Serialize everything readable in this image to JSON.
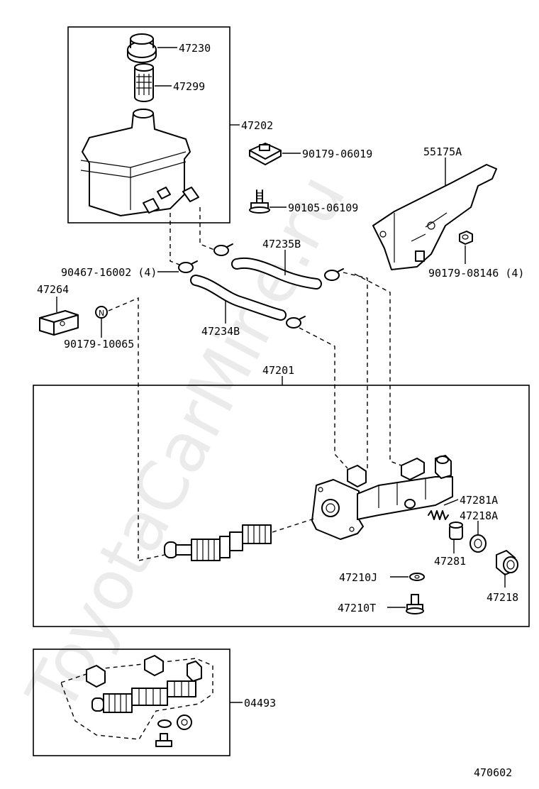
{
  "watermark": "ToyotaCarMine.ru",
  "labels": {
    "p47230": "47230",
    "p47299": "47299",
    "p47202": "47202",
    "p90179_06019": "90179-06019",
    "p55175A": "55175A",
    "p90105_06109": "90105-06109",
    "p47235B": "47235B",
    "p90467_16002": "90467-16002 (4)",
    "p90179_08146": "90179-08146 (4)",
    "p47264": "47264",
    "p47234B": "47234B",
    "p90179_10065": "90179-10065",
    "p47201": "47201",
    "p47281A": "47281A",
    "p47218A": "47218A",
    "p47281": "47281",
    "p47210J": "47210J",
    "p47218": "47218",
    "p47210T": "47210T",
    "p04493": "04493",
    "diagram_code": "470602"
  }
}
